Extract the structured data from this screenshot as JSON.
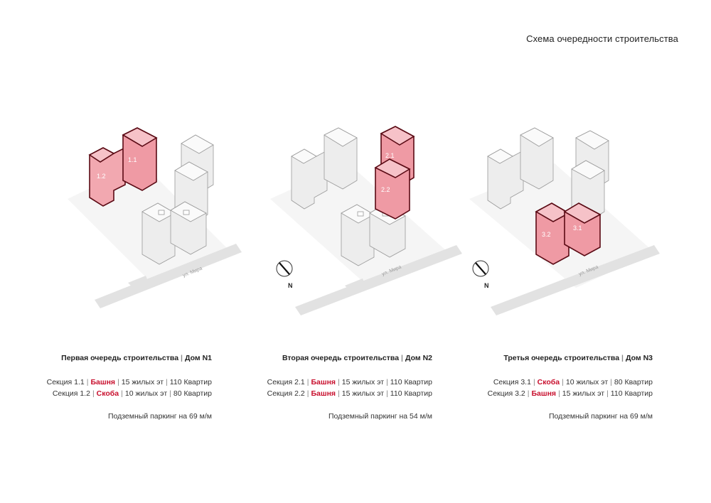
{
  "title": "Схема очередности строительства",
  "colors": {
    "accent": "#c8102e",
    "highlight_fill": "#f2a8b0",
    "building_fill": "#ececec",
    "road": "#e2e2e2"
  },
  "panels": [
    {
      "heading": "Первая очередь строительства",
      "house": "Дом N1",
      "sections": [
        {
          "name": "Секция 1.1",
          "type": "Башня",
          "floors": "15 жилых эт",
          "apartments": "110 Квартир"
        },
        {
          "name": "Секция 1.2",
          "type": "Скоба",
          "floors": "10 жилых эт",
          "apartments": "80 Квартир"
        }
      ],
      "parking": "Подземный паркинг на 69 м/м",
      "labels": [
        "1.1",
        "1.2"
      ],
      "street": "ул. Мира",
      "compass": ""
    },
    {
      "heading": "Вторая очередь строительства",
      "house": "Дом N2",
      "sections": [
        {
          "name": "Секция 2.1",
          "type": "Башня",
          "floors": "15 жилых эт",
          "apartments": "110 Квартир"
        },
        {
          "name": "Секция 2.2",
          "type": "Башня",
          "floors": "15 жилых эт",
          "apartments": "110 Квартир"
        }
      ],
      "parking": "Подземный паркинг на 54 м/м",
      "labels": [
        "2.1",
        "2.2"
      ],
      "street": "ул. Мира",
      "compass": "N"
    },
    {
      "heading": "Третья очередь строительства",
      "house": "Дом N3",
      "sections": [
        {
          "name": "Секция 3.1",
          "type": "Скоба",
          "floors": "10 жилых эт",
          "apartments": "80 Квартир"
        },
        {
          "name": "Секция 3.2",
          "type": "Башня",
          "floors": "15 жилых эт",
          "apartments": "110 Квартир"
        }
      ],
      "parking": "Подземный паркинг на 69 м/м",
      "labels": [
        "3.1",
        "3.2"
      ],
      "street": "ул. Мира",
      "compass": "N"
    }
  ]
}
